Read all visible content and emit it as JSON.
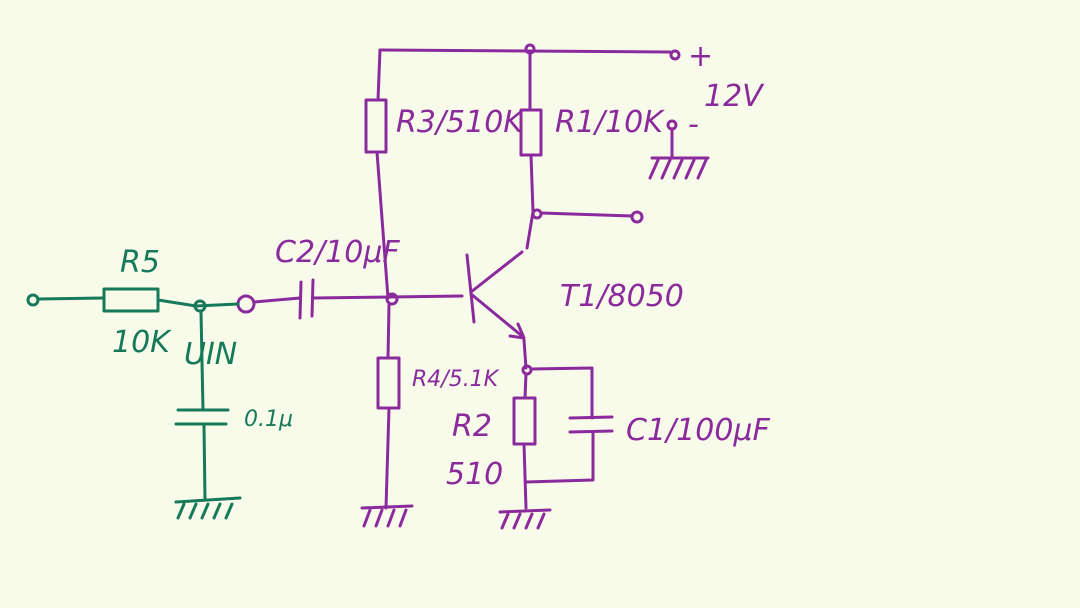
{
  "colors": {
    "background": "#f8fbea",
    "ink_main": "#8a2a9c",
    "ink_input": "#16795a"
  },
  "labels": {
    "supply_plus": "+",
    "supply_minus": "-",
    "supply_voltage": "12V",
    "r3": "R3/510K",
    "r1": "R1/10K",
    "c2": "C2/10μF",
    "t1": "T1/8050",
    "r4": "R4/5.1K",
    "r2_name": "R2",
    "r2_value": "510",
    "c1": "C1/100μF",
    "r5_name": "R5",
    "r5_value": "10K",
    "uin": "UIN",
    "input_cap": "0.1μ"
  }
}
